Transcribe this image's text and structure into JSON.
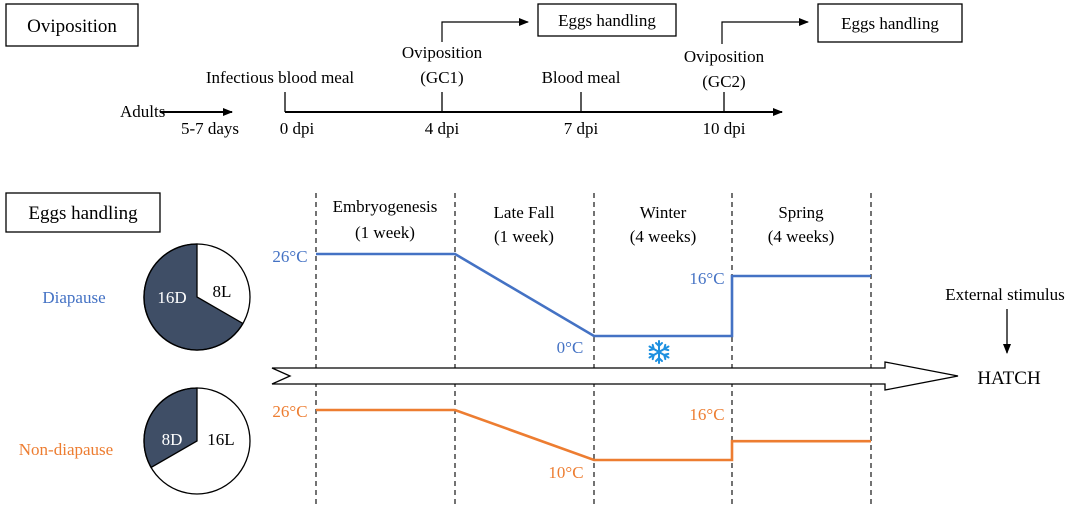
{
  "colors": {
    "diapause": "#4472C4",
    "non_diapause": "#ED7D31",
    "pie_dark": "#3F4E66",
    "snowflake": "#1E90E0",
    "ink": "#000000"
  },
  "oviposition_box": {
    "label": "Oviposition"
  },
  "timeline": {
    "start_label": "Adults",
    "pre_period_label": "5-7 days",
    "events": [
      {
        "top_lines": [
          "Infectious blood meal"
        ],
        "dpi": "0 dpi"
      },
      {
        "top_lines": [
          "Oviposition",
          "(GC1)"
        ],
        "dpi": "4 dpi",
        "handoff": "Eggs handling"
      },
      {
        "top_lines": [
          "Blood meal"
        ],
        "dpi": "7 dpi"
      },
      {
        "top_lines": [
          "Oviposition",
          "(GC2)"
        ],
        "dpi": "10 dpi",
        "handoff": "Eggs handling"
      }
    ]
  },
  "eggs_handling_box": {
    "label": "Eggs handling"
  },
  "photoperiods": [
    {
      "name": "Diapause",
      "dark": "16D",
      "light": "8L",
      "dark_fraction": 0.6667
    },
    {
      "name": "Non-diapause",
      "dark": "8D",
      "light": "16L",
      "dark_fraction": 0.3333
    }
  ],
  "phases": [
    {
      "name": "Embryogenesis",
      "duration": "(1 week)"
    },
    {
      "name": "Late Fall",
      "duration": "(1 week)"
    },
    {
      "name": "Winter",
      "duration": "(4 weeks)"
    },
    {
      "name": "Spring",
      "duration": "(4 weeks)"
    }
  ],
  "temperature_profiles": [
    {
      "condition": "Diapause",
      "embryogenesis": "26°C",
      "winter": "0°C",
      "spring": "16°C",
      "embryogenesis_c": 26,
      "winter_c": 0,
      "spring_c": 16
    },
    {
      "condition": "Non-diapause",
      "embryogenesis": "26°C",
      "winter": "10°C",
      "spring": "16°C",
      "embryogenesis_c": 26,
      "winter_c": 10,
      "spring_c": 16
    }
  ],
  "winter_icon": "snowflake-icon",
  "outcome": {
    "stimulus": "External stimulus",
    "result": "HATCH"
  }
}
